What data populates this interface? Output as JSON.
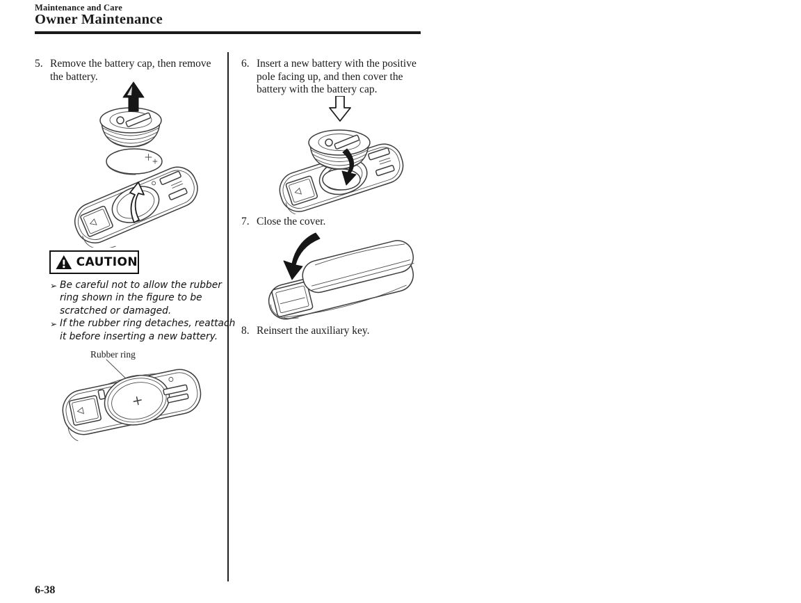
{
  "colors": {
    "ink": "#1a1a1a",
    "paper": "#ffffff"
  },
  "header": {
    "section": "Maintenance and Care",
    "title": "Owner Maintenance"
  },
  "left_column": {
    "step5": {
      "number": "5.",
      "lines": [
        "Remove the battery cap, then remove",
        "the battery."
      ]
    },
    "caution": {
      "title": "CAUTION",
      "warning_icon": "warning-triangle",
      "bullet_glyph": "➢",
      "bullets": [
        {
          "lines": [
            "Be careful not to allow the rubber",
            "ring shown in the figure to be",
            "scratched or damaged."
          ]
        },
        {
          "lines": [
            "If the rubber ring detaches, reattach",
            "it before inserting a new battery."
          ]
        }
      ]
    },
    "figure": {
      "label": "Rubber ring"
    }
  },
  "right_column": {
    "steps": [
      {
        "number": "6.",
        "lines": [
          "Insert a new battery with the positive",
          "pole facing up, and then cover the",
          "battery with the battery cap."
        ]
      },
      {
        "number": "7.",
        "lines": [
          "Close the cover."
        ]
      },
      {
        "number": "8.",
        "lines": [
          "Reinsert the auxiliary key."
        ]
      }
    ]
  },
  "footer": {
    "page_number": "6-38"
  }
}
